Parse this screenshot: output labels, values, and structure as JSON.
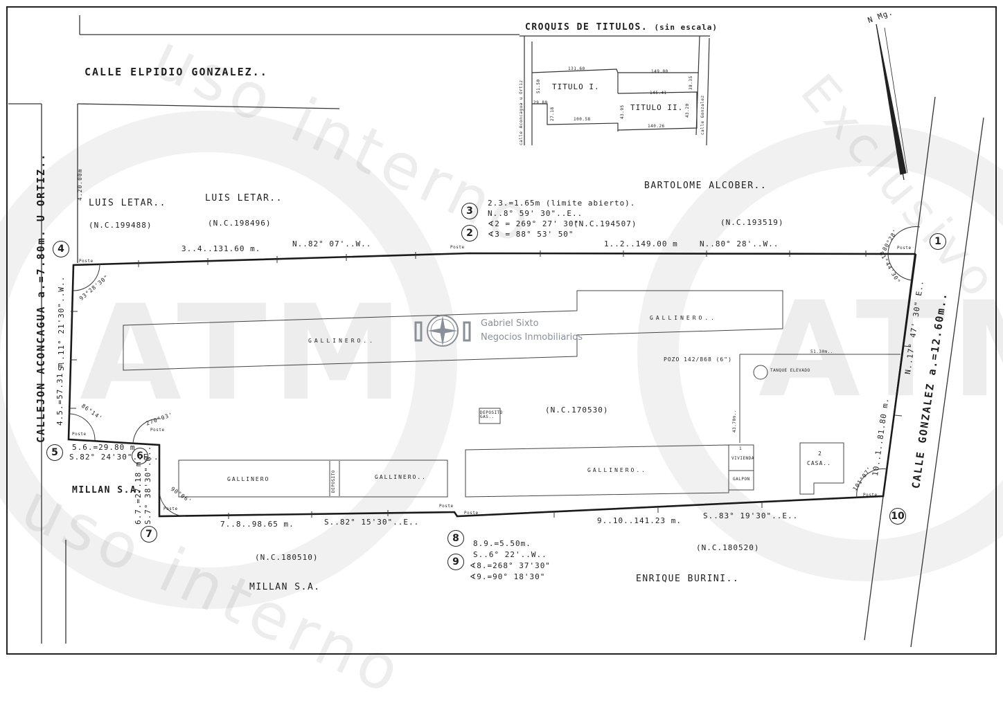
{
  "watermark": {
    "large_text": "ATM",
    "diagonal_texts": [
      "Exclusivo",
      "uso interno",
      "uso interno"
    ]
  },
  "logo": {
    "line1": "Gabriel Sixto",
    "line2": "Negocios Inmobiliarios"
  },
  "north_label": "N Mg.",
  "streets": {
    "top": "CALLE ELPIDIO GONZALEZ..",
    "left": "CALLEJON ACONCAGUA a.=7.80m. U ORTIZ..",
    "right": "CALLE GONZALEZ a.=12.60m.."
  },
  "sketch": {
    "title": "CROQUIS DE TITULOS.",
    "subtitle": "(sin escala)",
    "titulo1": "TITULO I.",
    "titulo2": "TITULO II.",
    "d1": "131.60",
    "d2": "149.00",
    "d3": "145.41",
    "d4": "100.58",
    "d5": "140.26",
    "d6": "51.50",
    "d7": "29.80",
    "d8": "27.18",
    "d9": "43.95",
    "d10": "43.20",
    "d11": "38.35",
    "street_left": "calle Aconcagua u Ortiz",
    "street_right": "calle Gonzalez"
  },
  "neighbors": {
    "n1_name": "LUIS LETAR..",
    "n1_nc": "(N.C.199488)",
    "n2_name": "LUIS LETAR..",
    "n2_nc": "(N.C.198496)",
    "n3_nc": "(N.C.194507)",
    "n4_name": "BARTOLOME ALCOBER..",
    "n4_nc": "(N.C.193519)",
    "n5_name": "MILLAN S.A.",
    "n6_nc": "(N.C.180510)",
    "n6_name": "MILLAN S.A.",
    "n7_nc": "(N.C.180520)",
    "n7_name": "ENRIQUE BURINI..",
    "main_nc": "(N.C.170530)"
  },
  "vertices": [
    "1",
    "2",
    "3",
    "4",
    "5",
    "6",
    "7",
    "8",
    "9",
    "10"
  ],
  "measures": {
    "s23": "2.3.=1.65m (limite abierto).",
    "s23_bearing": "N..8° 59' 30\"..E..",
    "ang2": "∢2 = 269° 27' 30\"",
    "ang3": "∢3 = 88° 53' 50\"",
    "s34": "3..4..131.60 m.",
    "s34_bearing": "N..82° 07'..W..",
    "s12": "1..2..149.00 m",
    "s12_bearing": "N..80° 28'..W..",
    "s45": "4.5.=57.31 m",
    "s45_bearing": "S..11° 21'30\"..W..",
    "s56": "5.6.=29.80 m",
    "s56_bearing": "S.82° 24'30\"..E..",
    "s67": "6.7.=27.18 m.",
    "s67_bearing": "S.7° 38'30\".W..",
    "s78": "7..8..98.65 m.",
    "s78_bearing": "S..82° 15'30\"..E..",
    "s89": "8.9.=5.50m.",
    "s89_bearing": "S..6° 22'..W..",
    "ang8": "∢8.=268° 37'30\"",
    "ang9": "∢9.=90° 18'30\"",
    "s910": "9..10..141.23 m.",
    "s910_bearing": "S..83° 19'30\"..E..",
    "s101": "10..1..81.80 m.",
    "s101_bearing": "N..17° 47' 30\" E..",
    "a1_a": "80°28'",
    "a1_b": "81°44'30\"",
    "a4": "93°28'30\"",
    "a5": "86°14'",
    "a6": "270°03'",
    "a7": "90°06'",
    "a10": "101°07'",
    "top_left_offset": "4.20.00m"
  },
  "buildings": {
    "gallinero1": "GALLINERO..",
    "gallinero2": "GALLINERO..",
    "gallinero3": "GALLINERO",
    "gallinero4": "GALLINERO..",
    "gallinero5": "GALLINERO..",
    "deposito": "DEPOSITO",
    "deposito_gas": "DEPOSITO GAS..",
    "pozo": "POZO 142/868 (6\")",
    "pozo_dist": "51.30m..",
    "tanque": "TANQUE ELEVADO",
    "vivienda": "VIVIENDA",
    "vivienda_num": "1",
    "galpon": "GALPON",
    "casa": "CASA..",
    "casa_num": "2",
    "dist_vert": "43.70m.."
  },
  "poste": "Poste"
}
